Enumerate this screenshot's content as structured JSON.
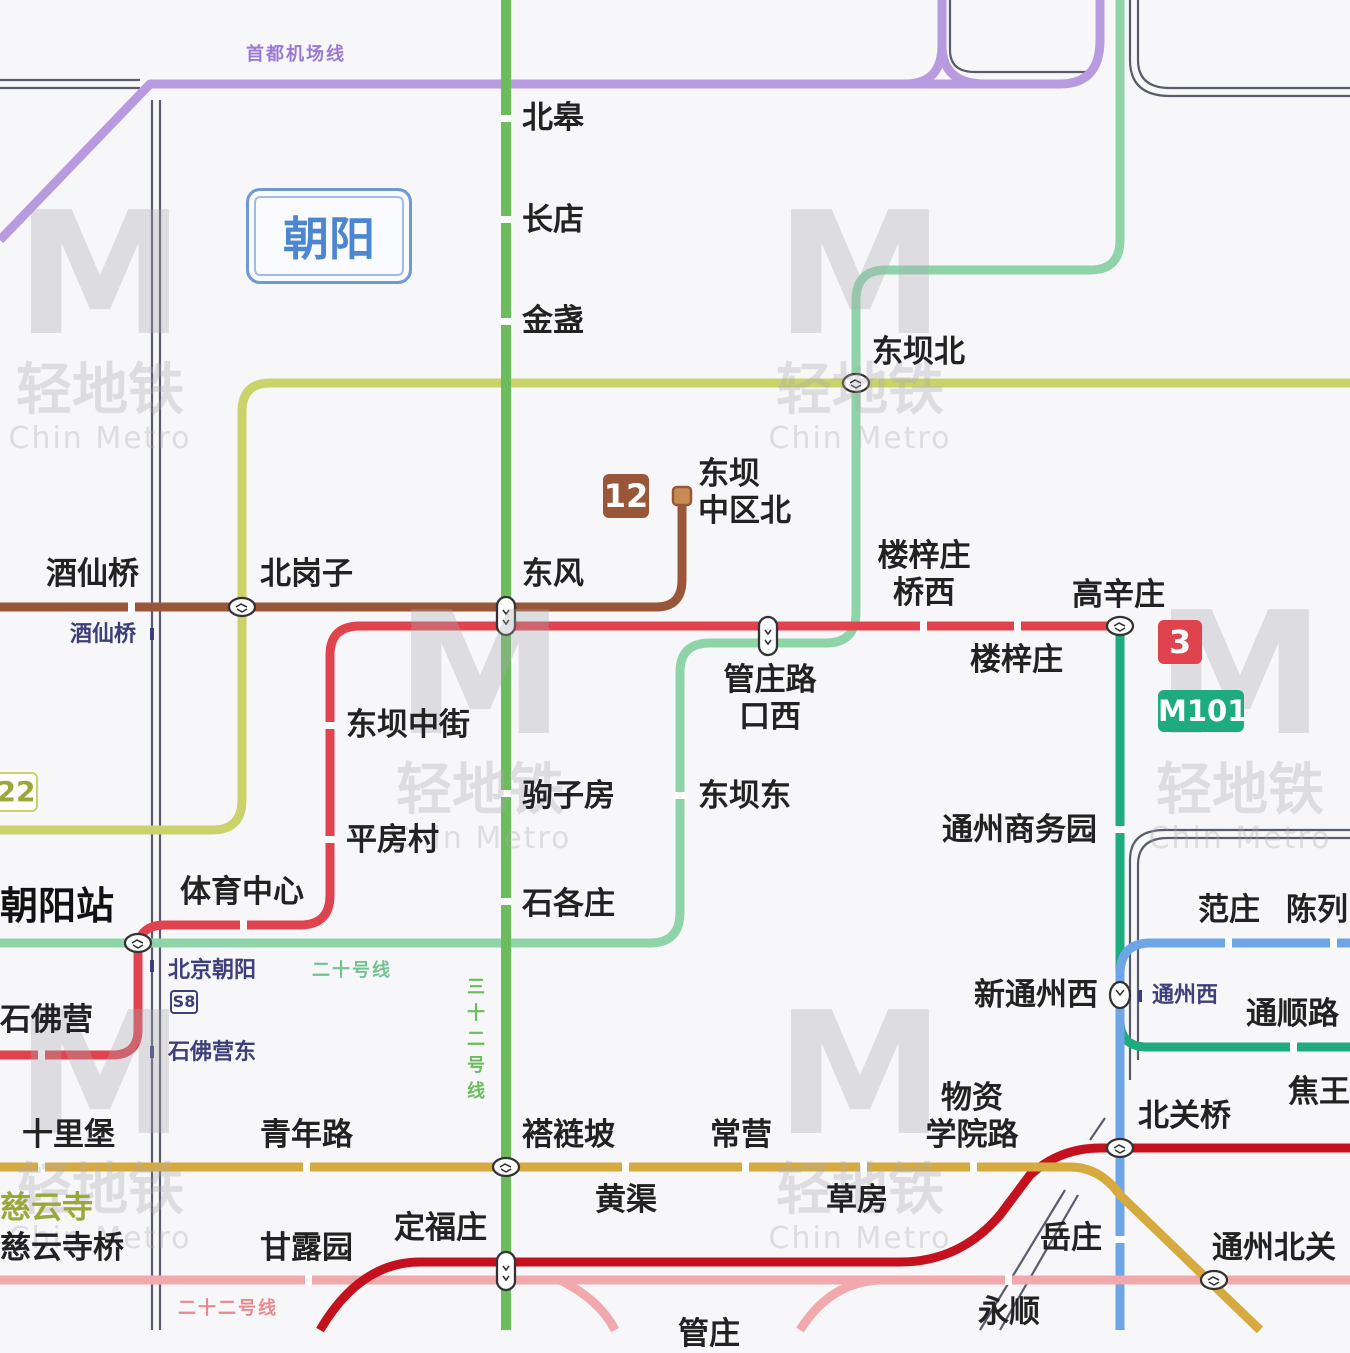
{
  "map": {
    "district": "朝阳",
    "watermark": {
      "brand": "M",
      "cn": "轻地铁",
      "en": "Chin Metro"
    },
    "stations": {
      "beigao": "北皋",
      "changdian": "长店",
      "jinzhan": "金盏",
      "dongbabei": "东坝北",
      "dongbazhongqubei": "东坝\n中区北",
      "jiuxianqiao": "酒仙桥",
      "jiuxianqiao_small": "酒仙桥",
      "beigangzi": "北岗子",
      "dongfeng": "东风",
      "louzizhuangqiaoxi": "楼梓庄\n桥西",
      "gaoxinzhuang": "高辛庄",
      "louzizhuang": "楼梓庄",
      "guanzhuangkouxi": "管庄路\n口西",
      "dongbazhongjie": "东坝中街",
      "juzifang": "驹子房",
      "dongbadong": "东坝东",
      "tongzhoushangwuyuan": "通州商务园",
      "pingfangcun": "平房村",
      "shigezhuang": "石各庄",
      "chaoyangzhan": "朝阳站",
      "tiyuzhongxin": "体育中心",
      "fanzhuang": "范庄",
      "chenlie": "陈列",
      "beijingchaoyang": "北京朝阳",
      "shifoying": "石佛营",
      "shifoyingdong": "石佛营东",
      "xintongzhouxi": "新通州西",
      "tongzhouxi_small": "通州西",
      "tongshunlu": "通顺路",
      "wuziuxueyuanlu": "物资\n学院路",
      "beiguanqiao": "北关桥",
      "jiaowang": "焦王",
      "shilipu": "十里堡",
      "qingnianlu": "青年路",
      "chaliangpo": "褡裢坡",
      "changying": "常营",
      "huangqu": "黄渠",
      "caofang": "草房",
      "ciyunsi": "慈云寺",
      "ciyunsiqiao": "慈云寺桥",
      "ganluyuan": "甘露园",
      "dingfuzhuang": "定福庄",
      "yuezhuang": "岳庄",
      "tongzhoubeiguan": "通州北关",
      "yongshun": "永顺",
      "guanzhuang_partial": "管庄"
    },
    "line_names": {
      "airport": "首都机场线",
      "line20": "二十号线",
      "line32": "三十二号线",
      "line22": "二十二号线"
    },
    "badges": {
      "line12": "12",
      "line3": "3",
      "m101": "M101",
      "line22": "22",
      "s8": "S8"
    },
    "colors": {
      "airport": "#b89ae0",
      "line_green": "#6cbb5d",
      "line_mint": "#8fd4a8",
      "line_yellowgreen": "#c9d36a",
      "line_brown": "#9a5638",
      "line_red": "#e0424e",
      "line_teal": "#1eab7e",
      "line_blue": "#6ea5e6",
      "line_gold": "#d6aa3e",
      "line_darkred": "#c4111d",
      "line_pink": "#f2a9ad",
      "district_blue": "#4d86d0"
    }
  }
}
